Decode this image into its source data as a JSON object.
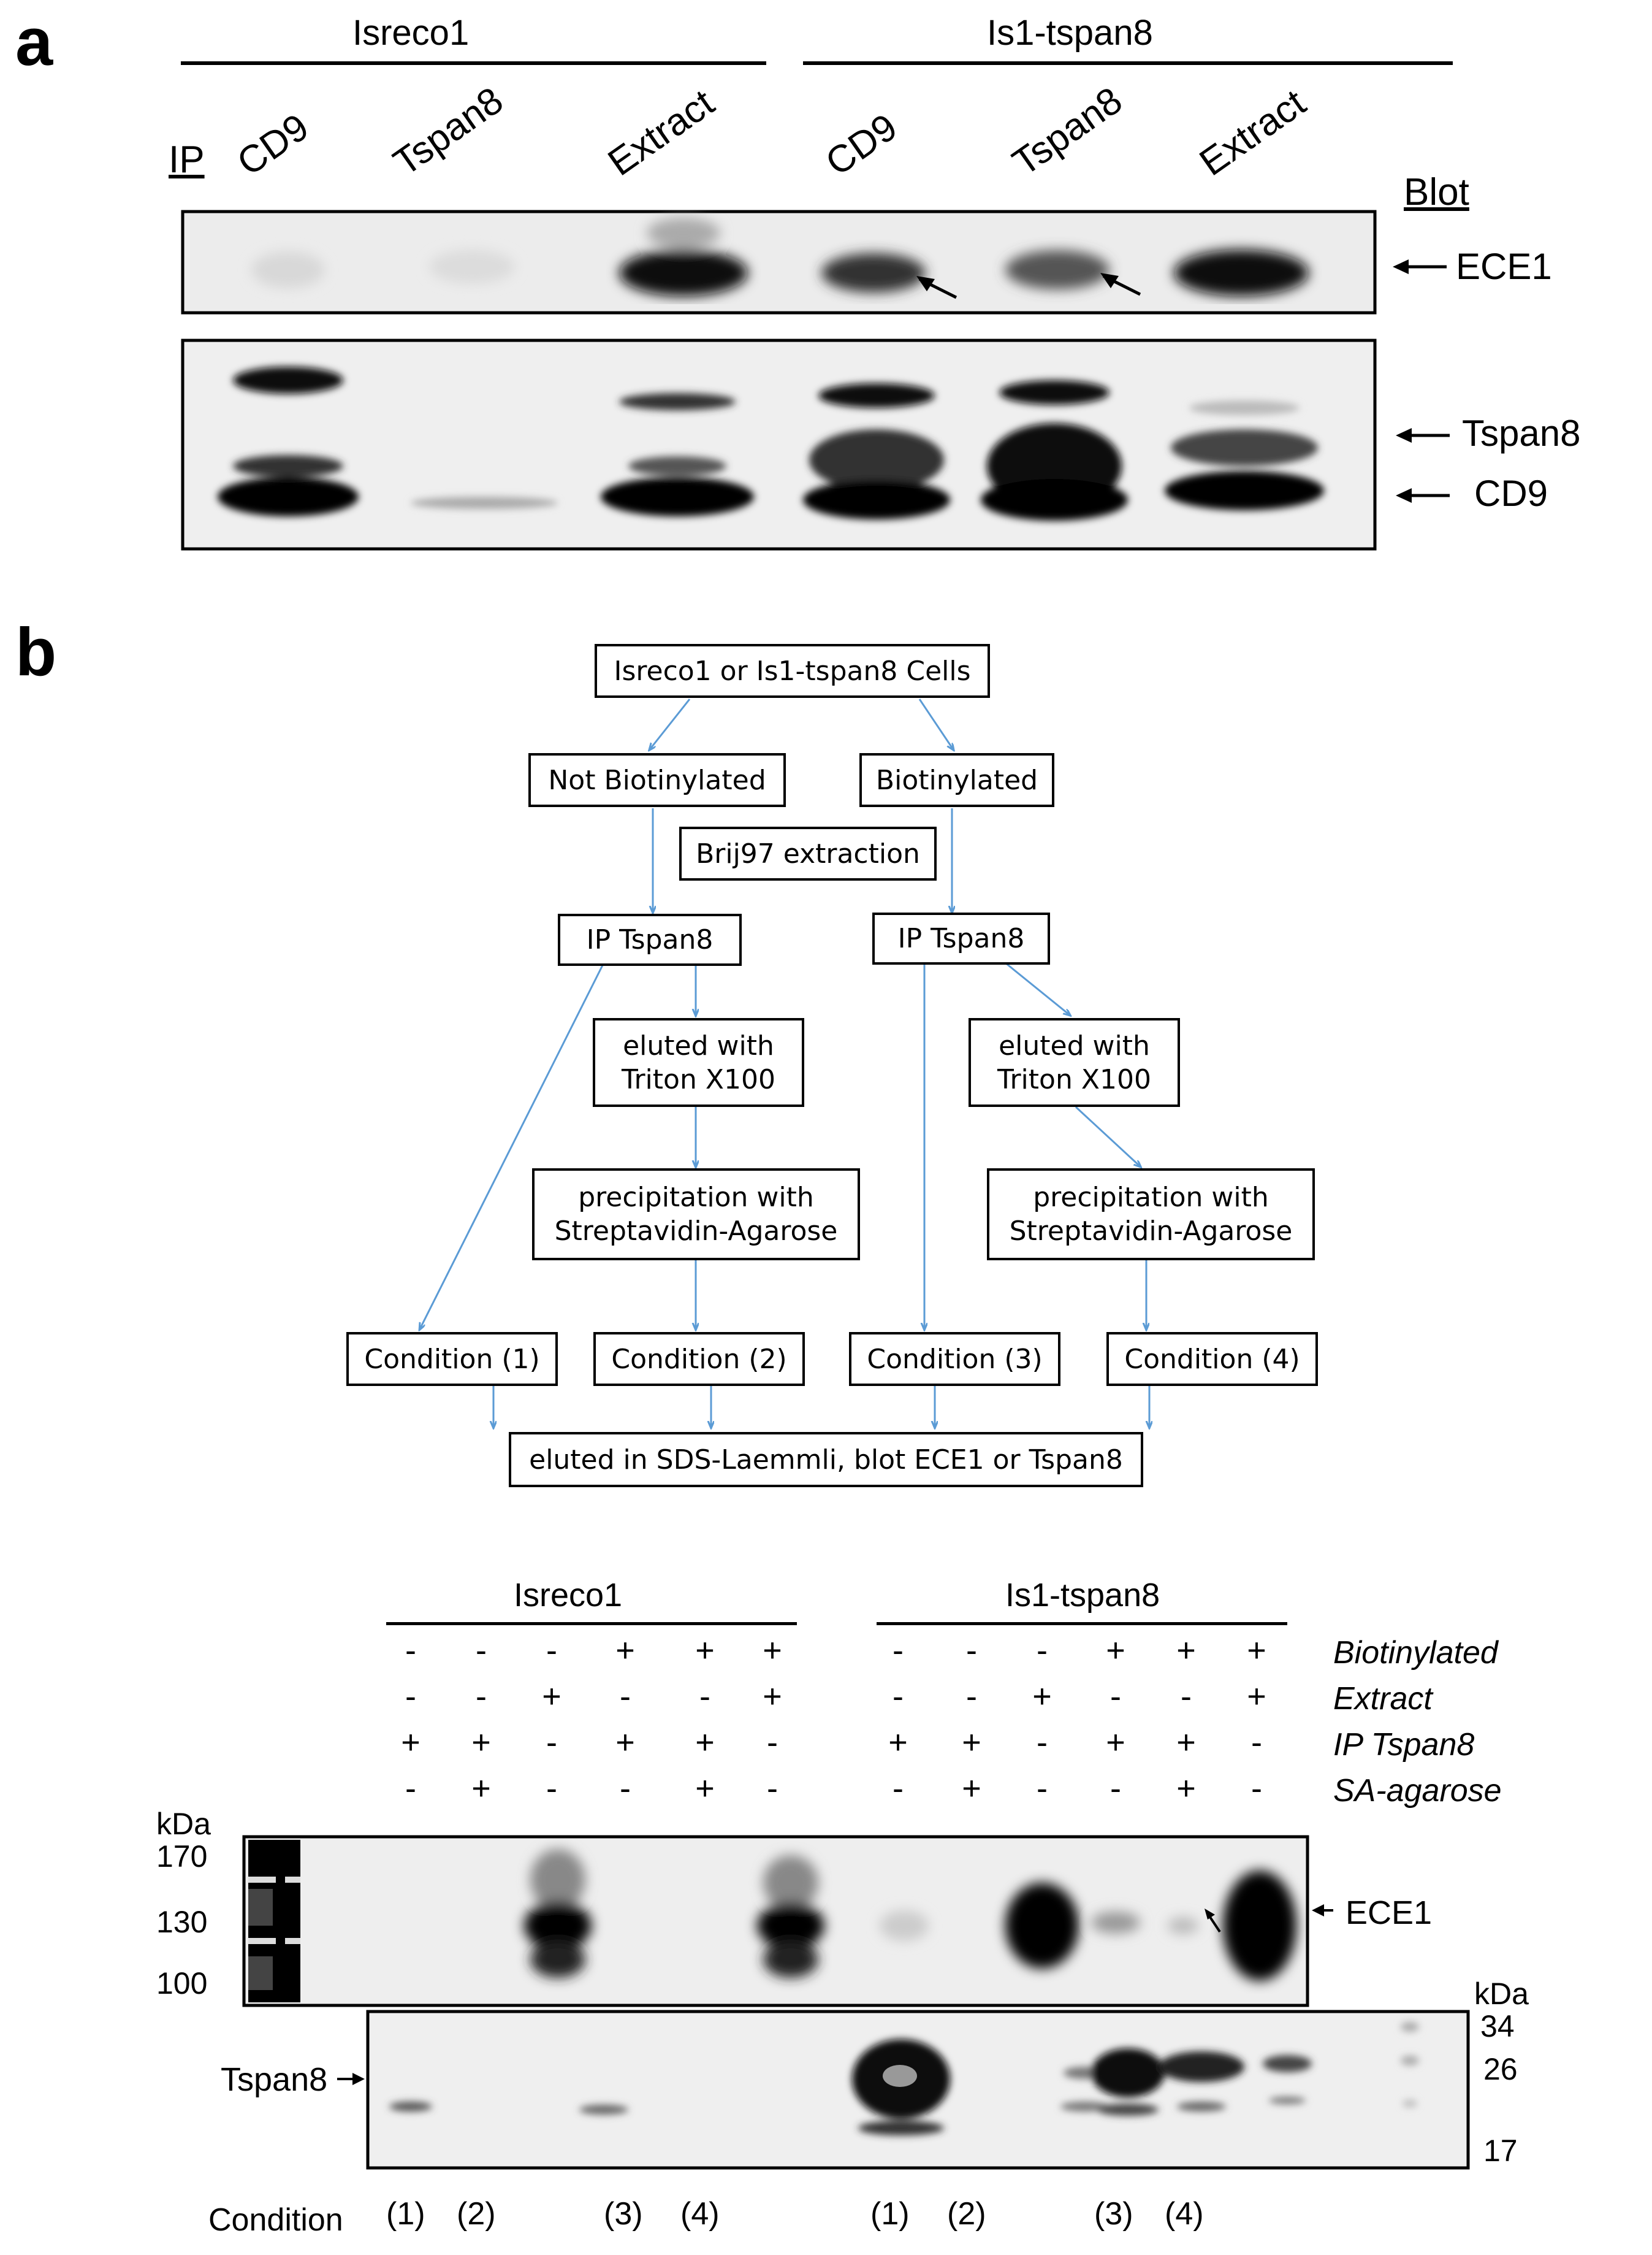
{
  "panel_a": {
    "letter": "a",
    "group_left": "Isreco1",
    "group_right": "Is1-tspan8",
    "ip_label": "IP",
    "blot_label": "Blot",
    "lanes": [
      "CD9",
      "Tspan8",
      "Extract",
      "CD9",
      "Tspan8",
      "Extract"
    ],
    "band_labels": [
      "ECE1",
      "Tspan8",
      "CD9"
    ]
  },
  "panel_b": {
    "letter": "b",
    "flow": {
      "cells": "Isreco1 or Is1-tspan8 Cells",
      "not_biotinylated": "Not Biotinylated",
      "biotinylated": "Biotinylated",
      "extraction": "Brij97 extraction",
      "ip_left": "IP Tspan8",
      "ip_right": "IP Tspan8",
      "eluted_left": [
        "eluted with",
        "Triton X100"
      ],
      "eluted_right": [
        "eluted with",
        "Triton X100"
      ],
      "precip_left": [
        "precipitation with",
        "Streptavidin-Agarose"
      ],
      "precip_right": [
        "precipitation with",
        "Streptavidin-Agarose"
      ],
      "conditions": [
        "Condition (1)",
        "Condition (2)",
        "Condition (3)",
        "Condition (4)"
      ],
      "final": "eluted in SDS-Laemmli, blot ECE1 or Tspan8",
      "arrow_color": "#5b9bd5"
    },
    "group_left": "Isreco1",
    "group_right": "Is1-tspan8",
    "row_labels": [
      "Biotinylated",
      "Extract",
      "IP Tspan8",
      "SA-agarose"
    ],
    "signs": {
      "biotinylated": [
        "-",
        "-",
        "-",
        "+",
        "+",
        "+",
        "-",
        "-",
        "-",
        "+",
        "+",
        "+"
      ],
      "extract": [
        "-",
        "-",
        "+",
        "-",
        "-",
        "+",
        "-",
        "-",
        "+",
        "-",
        "-",
        "+"
      ],
      "ip_tspan8": [
        "+",
        "+",
        "-",
        "+",
        "+",
        "-",
        "+",
        "+",
        "-",
        "+",
        "+",
        "-"
      ],
      "sa_agarose": [
        "-",
        "+",
        "-",
        "-",
        "+",
        "-",
        "-",
        "+",
        "-",
        "-",
        "+",
        "-"
      ]
    },
    "kda_unit_left": "kDa",
    "kda_left": [
      "170",
      "130",
      "100"
    ],
    "kda_unit_right": "kDa",
    "kda_right": [
      "34",
      "26",
      "17"
    ],
    "ece1_label": "ECE1",
    "tspan8_label": "Tspan8",
    "condition_word": "Condition",
    "condition_numbers": [
      "(1)",
      "(2)",
      "(3)",
      "(4)",
      "(1)",
      "(2)",
      "(3)",
      "(4)"
    ]
  }
}
